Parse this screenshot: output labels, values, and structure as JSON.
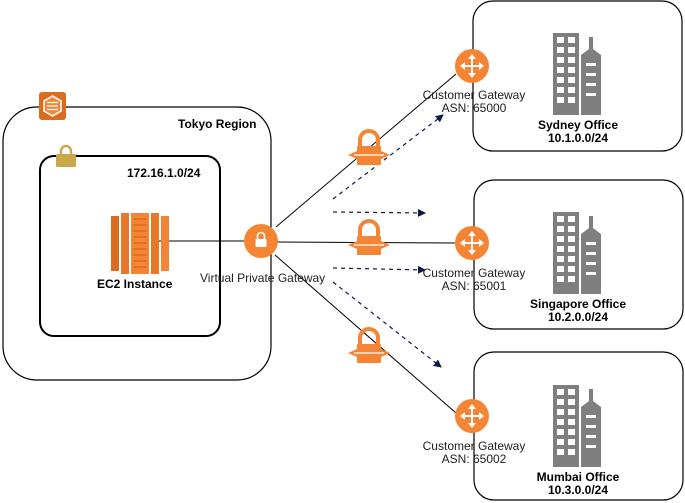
{
  "region": {
    "label": "Tokyo Region"
  },
  "vpc": {
    "cidr": "172.16.1.0/24"
  },
  "instance": {
    "label": "EC2 Instance"
  },
  "vpg": {
    "label": "Virtual Private Gateway"
  },
  "customer_gateways": [
    {
      "label": "Customer Gateway",
      "asn": "ASN: 65000"
    },
    {
      "label": "Customer Gateway",
      "asn": "ASN: 65001"
    },
    {
      "label": "Customer Gateway",
      "asn": "ASN: 65002"
    }
  ],
  "offices": [
    {
      "name": "Sydney Office",
      "cidr": "10.1.0.0/24"
    },
    {
      "name": "Singapore Office",
      "cidr": "10.2.0.0/24"
    },
    {
      "name": "Mumbai Office",
      "cidr": "10.3.0.0/24"
    }
  ],
  "colors": {
    "aws_orange": "#F58534",
    "aws_orange_dark": "#D96C1E",
    "vpc_lock": "#C9A74A",
    "building": "#7F7F7F",
    "line": "#000000",
    "arrow": "#0B1A4A"
  },
  "icons": {
    "region": "region-icon",
    "vpc": "vpc-lock-icon",
    "instance": "ec2-instance-icon",
    "vpg": "vpn-gateway-icon",
    "customer_gateway": "router-icon",
    "tunnel": "vpn-connection-icon",
    "office": "office-building-icon"
  }
}
